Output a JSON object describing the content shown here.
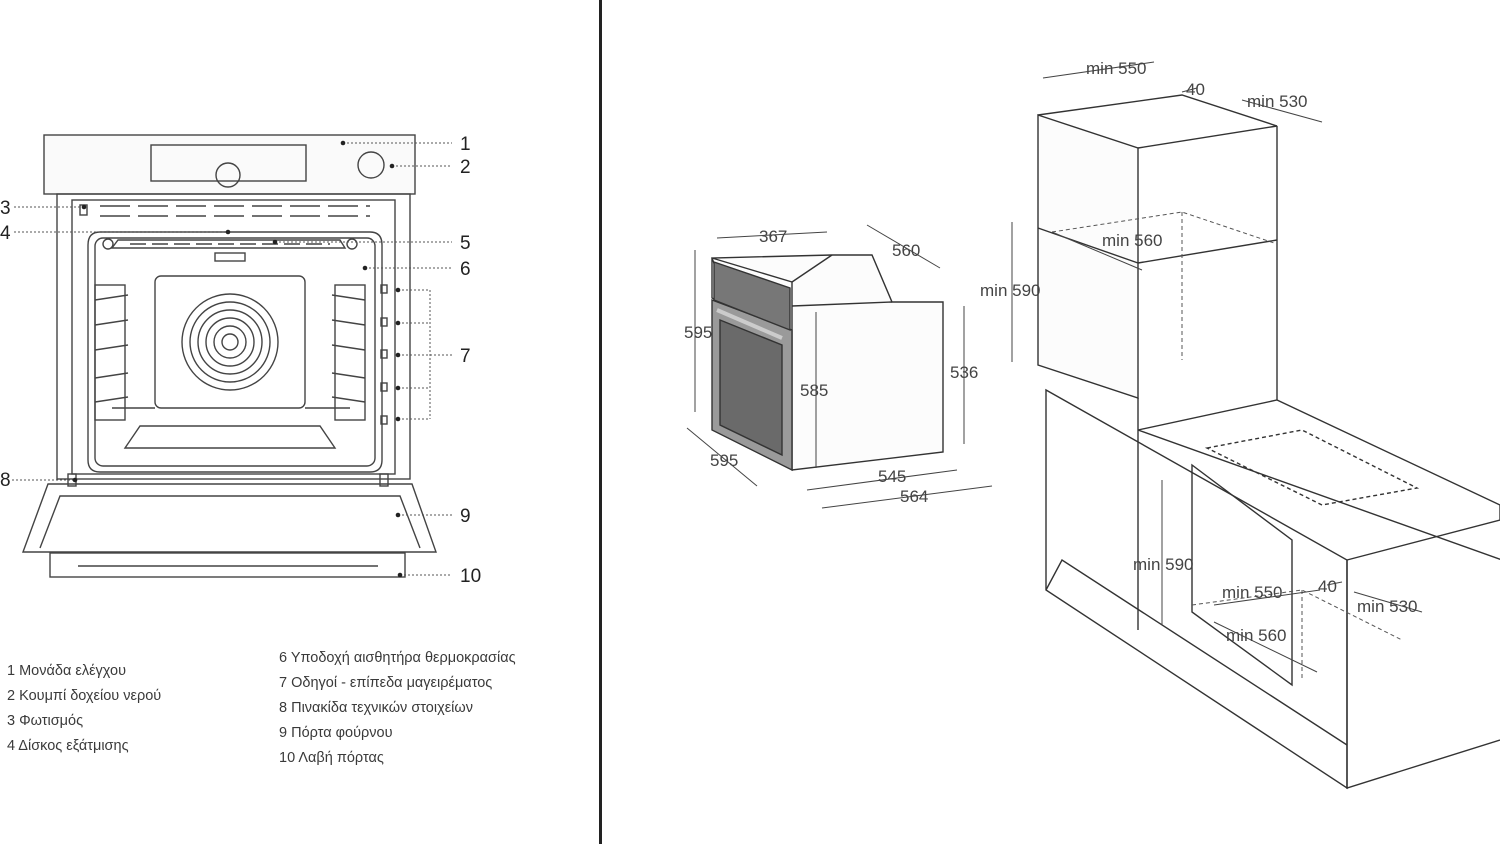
{
  "callouts": [
    "1",
    "2",
    "3",
    "4",
    "5",
    "6",
    "7",
    "8",
    "9",
    "10"
  ],
  "legend": {
    "col1": [
      "1 Μονάδα ελέγχου",
      "2 Κουμπί δοχείου νερού",
      "3 Φωτισμός",
      "4 Δίσκος εξάτμισης"
    ],
    "col2": [
      "6 Υποδοχή αισθητήρα θερμοκρασίας",
      "7 Οδηγοί - επίπεδα μαγειρέματος",
      "8 Πινακίδα τεχνικών στοιχείων",
      "9 Πόρτα φούρνου",
      "10 Λαβή πόρτας"
    ]
  },
  "oven_dimensions": {
    "d367": "367",
    "d560": "560",
    "d595h": "595",
    "d585": "585",
    "d536": "536",
    "d595w": "595",
    "d545": "545",
    "d564": "564"
  },
  "cabinet_dimensions": {
    "top_min550": "min 550",
    "top_40": "40",
    "top_min530": "min 530",
    "min560_upper": "min 560",
    "min590_upper": "min 590",
    "min590_lower": "min 590",
    "bottom_min550": "min 550",
    "bottom_40": "40",
    "bottom_min530": "min 530",
    "bottom_min560": "min 560"
  }
}
